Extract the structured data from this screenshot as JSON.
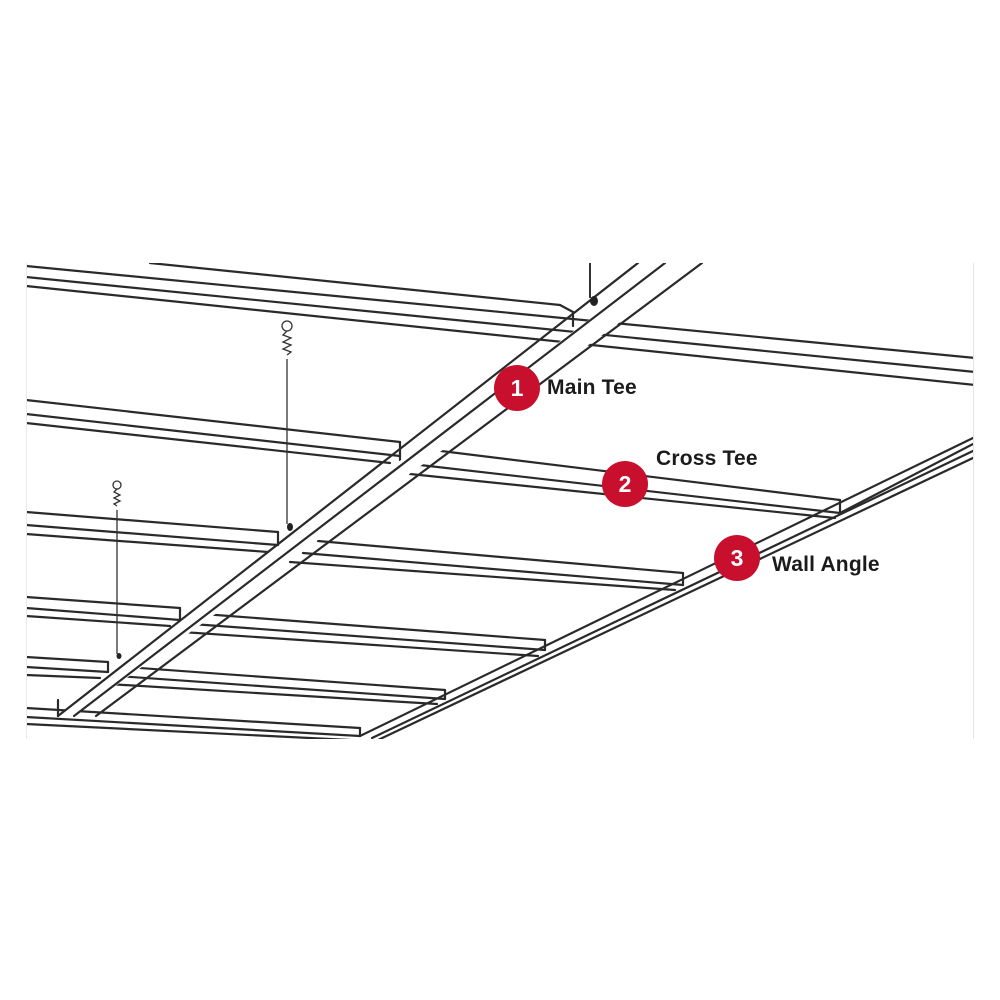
{
  "diagram": {
    "title": "",
    "subject": "suspended ceiling grid system",
    "accent_color": "#c8102e",
    "text_color": "#1b1b1b",
    "line_color": "#2a2a2a"
  },
  "callouts": [
    {
      "number": "1",
      "label": "Main Tee"
    },
    {
      "number": "2",
      "label": "Cross Tee"
    },
    {
      "number": "3",
      "label": "Wall Angle"
    }
  ]
}
